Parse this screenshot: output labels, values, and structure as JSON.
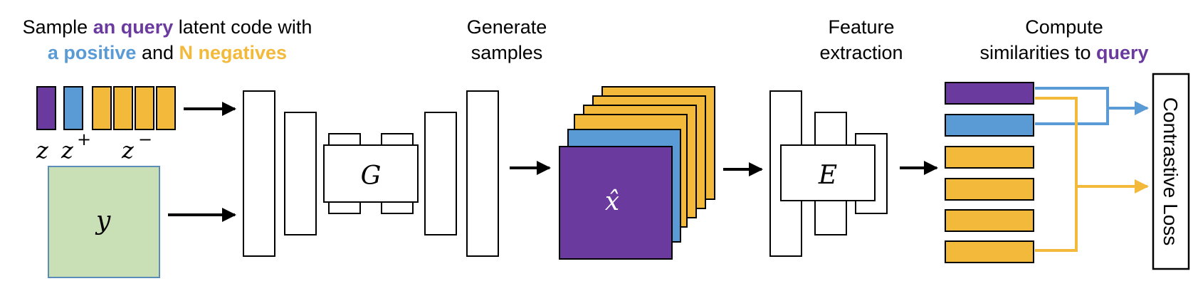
{
  "captions": {
    "sample": {
      "line1_prefix": "Sample ",
      "line1_highlight": "an query",
      "line1_suffix": " latent code with",
      "line2_positive": "a positive",
      "line2_mid": " and ",
      "line2_negatives": "N negatives"
    },
    "generate": {
      "line1": "Generate",
      "line2": "samples"
    },
    "feature": {
      "line1": "Feature",
      "line2": "extraction"
    },
    "compute": {
      "line1": "Compute",
      "line2_prefix": "similarities to ",
      "line2_highlight": "query"
    }
  },
  "labels": {
    "z": "z",
    "z_plus_base": "z",
    "z_plus_sup": "+",
    "z_minus_base": "z",
    "z_minus_sup": "−",
    "y": "y",
    "G": "G",
    "x_hat": "x̂",
    "E": "E",
    "loss": "Contrastive Loss"
  },
  "colors": {
    "query": "#6A3A9E",
    "positive": "#5B9BD5",
    "negative": "#F2B93B",
    "condition_fill": "#C9DFB5",
    "condition_border": "#5B8DB8"
  }
}
